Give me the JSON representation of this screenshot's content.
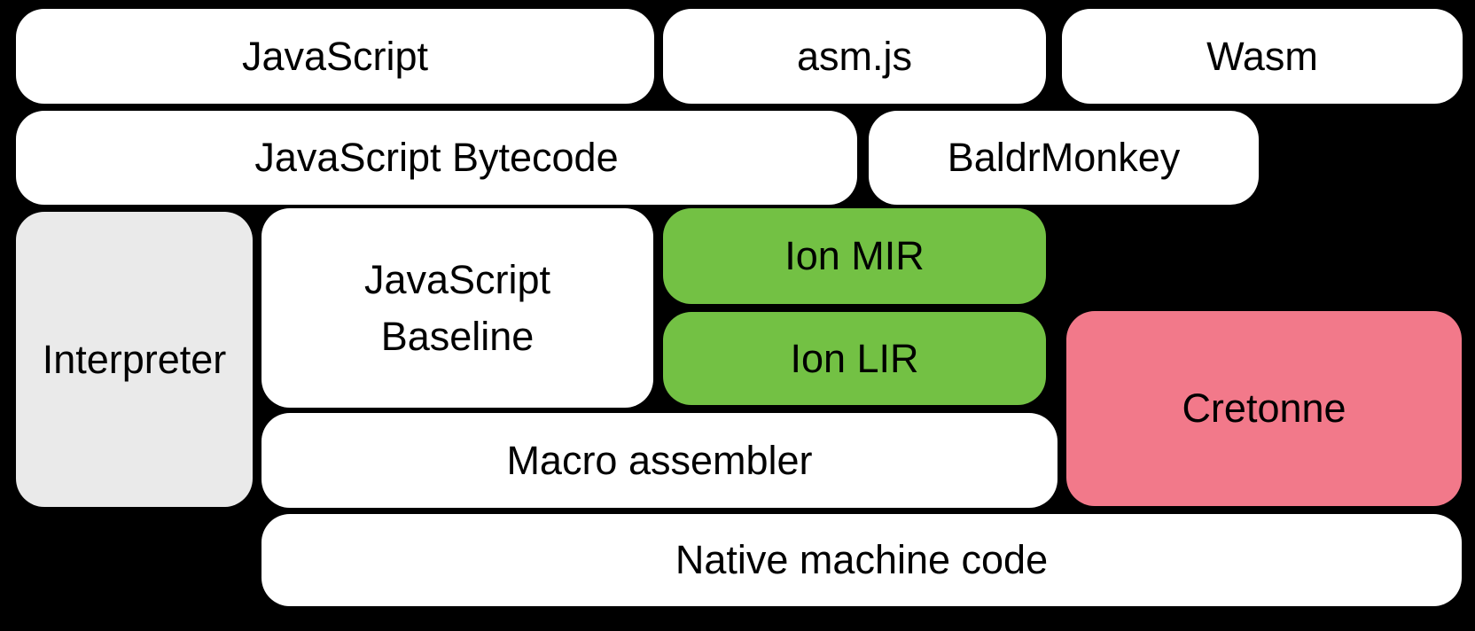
{
  "diagram": {
    "colors": {
      "background": "#000000",
      "box_default": "#ffffff",
      "interpreter_gray": "#eaeaea",
      "ion_green": "#73c144",
      "cretonne_pink": "#f2798a",
      "text": "#000000"
    },
    "boxes": [
      {
        "label": "JavaScript",
        "bg": "#ffffff"
      },
      {
        "label": "asm.js",
        "bg": "#ffffff"
      },
      {
        "label": "Wasm",
        "bg": "#ffffff"
      },
      {
        "label": "JavaScript Bytecode",
        "bg": "#ffffff"
      },
      {
        "label": "BaldrMonkey",
        "bg": "#ffffff"
      },
      {
        "label": "Interpreter",
        "bg": "#eaeaea"
      },
      {
        "label": "JavaScript\nBaseline",
        "bg": "#ffffff"
      },
      {
        "label": "Ion MIR",
        "bg": "#73c144"
      },
      {
        "label": "Ion LIR",
        "bg": "#73c144"
      },
      {
        "label": "Cretonne",
        "bg": "#f2798a"
      },
      {
        "label": "Macro assembler",
        "bg": "#ffffff"
      },
      {
        "label": "Native machine code",
        "bg": "#ffffff"
      }
    ]
  }
}
